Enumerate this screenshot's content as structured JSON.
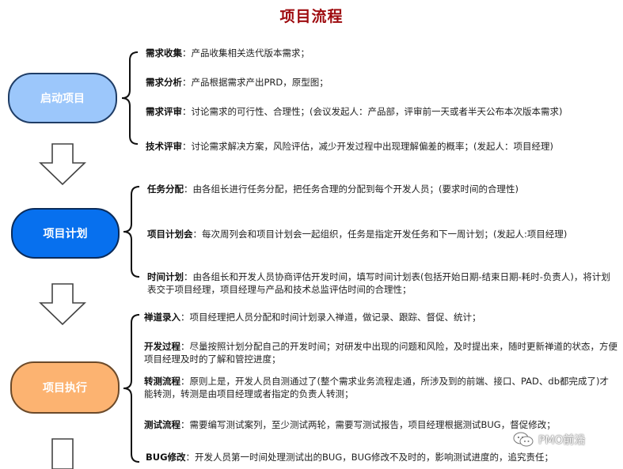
{
  "title": "项目流程",
  "stages": [
    {
      "label": "启动项目",
      "color": "#9cc7fb",
      "items": [
        {
          "term": "需求收集",
          "text": "：产品收集相关迭代版本需求；"
        },
        {
          "term": "需求分析",
          "text": "：产品根据需求产出PRD，原型图；"
        },
        {
          "term": "需求评审",
          "text": "：讨论需求的可行性、合理性；(会议发起人：产品部，评审前一天或者半天公布本次版本需求)"
        },
        {
          "term": "技术评审",
          "text": "：讨论需求解决方案，风险评估，减少开发过程中出现理解偏差的概率；(发起人：项目经理)"
        }
      ]
    },
    {
      "label": "项目计划",
      "color": "#0770ee",
      "items": [
        {
          "term": "任务分配",
          "text": "：由各组长进行任务分配，把任务合理的分配到每个开发人员；(要求时间的合理性)"
        },
        {
          "term": "项目计划会",
          "text": "：每次周列会和项目计划会一起组织，任务是指定开发任务和下一周计划；(发起人:项目经理)"
        },
        {
          "term": "时间计划",
          "text": "：由各组长和开发人员协商评估开发时间，填写时间计划表(包括开始日期-结束日期-耗时-负责人)，将计划表交于项目经理，项目经理与产品和技术总监评估时间的合理性；"
        }
      ]
    },
    {
      "label": "项目执行",
      "color": "#fcb371",
      "items": [
        {
          "term": "禅道录入",
          "text": "：项目经理把人员分配和时间计划录入禅道，做记录、跟踪、督促、统计；"
        },
        {
          "term": "开发过程",
          "text": "：尽量按照计划分配自己的开发时间；对研发中出现的问题和风险，及时提出来，随时更新禅道的状态，方便项目经理及时的了解和管控进度；"
        },
        {
          "term": "转测流程",
          "text": "：原则上是，开发人员自测通过了(整个需求业务流程走通，所涉及到的前端、接口、PAD、db都完成了)才能转测，转测是由项目经理或者指定的负责人转测；"
        },
        {
          "term": "测试流程",
          "text": "：需要编写测试案列，至少测试两轮，需要写测试报告，项目经理根据测试BUG，督促修改；"
        },
        {
          "term": "BUG修改",
          "text": "：开发人员第一时间处理测试出的BUG，BUG修改不及时的，影响测试进度的，追究责任；"
        }
      ]
    }
  ],
  "watermark": {
    "text": "PMO前沿",
    "icon": "wechat-icon"
  }
}
